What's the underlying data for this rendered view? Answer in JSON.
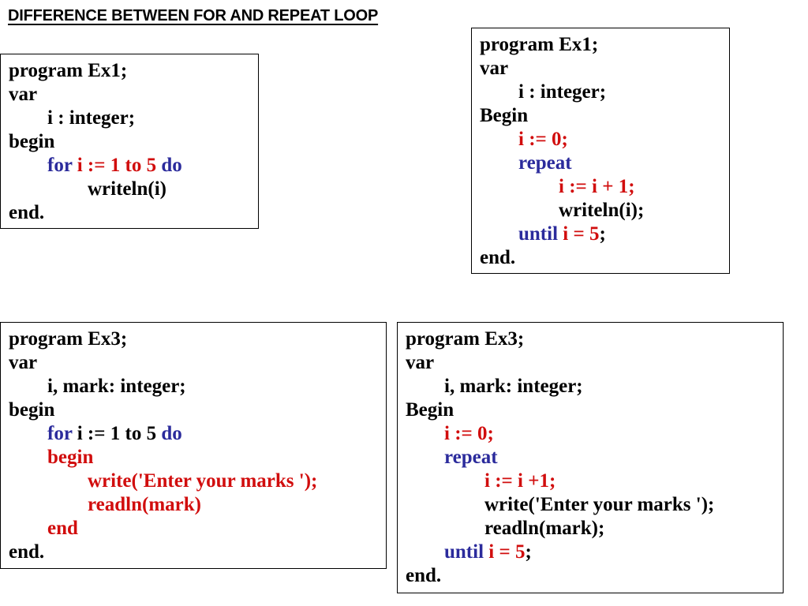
{
  "title": "DIFFERENCE BETWEEN FOR AND REPEAT LOOP",
  "colors": {
    "keyword": "#2b2b9c",
    "highlight": "#d10d0d",
    "text": "#000000"
  },
  "panels": {
    "for_ex1": {
      "lines": [
        "program Ex1;",
        "var",
        "i : integer;",
        "begin",
        {
          "kw1": "for",
          "expr": "i := 1 to 5",
          "kw2": "do"
        },
        "writeln(i)",
        "end."
      ]
    },
    "repeat_ex1": {
      "lines": [
        "program Ex1;",
        "var",
        "i : integer;",
        "Begin",
        "i := 0;",
        "repeat",
        "i := i + 1;",
        "writeln(i);",
        {
          "kw": "until",
          "expr": "i = 5",
          "tail": ";"
        },
        "end."
      ]
    },
    "for_ex3": {
      "lines": [
        "program Ex3;",
        "var",
        "i, mark: integer;",
        "begin",
        {
          "kw1": "for",
          "expr": "i := 1 to 5",
          "kw2": "do"
        },
        "begin",
        "write('Enter your marks ');",
        "readln(mark)",
        "end",
        "end."
      ]
    },
    "repeat_ex3": {
      "lines": [
        "program Ex3;",
        "var",
        "i, mark: integer;",
        "Begin",
        "i := 0;",
        "repeat",
        "i := i +1;",
        "write('Enter your marks ');",
        "readln(mark);",
        {
          "kw": "until",
          "expr": "i = 5",
          "tail": ";"
        },
        "end."
      ]
    }
  }
}
